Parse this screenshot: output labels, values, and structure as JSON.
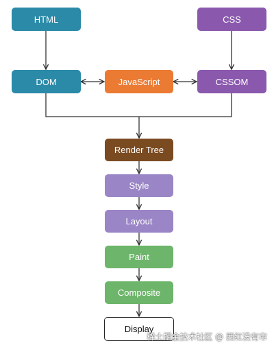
{
  "nodes": {
    "html": "HTML",
    "css": "CSS",
    "dom": "DOM",
    "javascript": "JavaScript",
    "cssom": "CSSOM",
    "render_tree": "Render Tree",
    "style": "Style",
    "layout": "Layout",
    "paint": "Paint",
    "composite": "Composite",
    "display": "Display"
  },
  "colors": {
    "html_dom": "#2a8aa8",
    "css_cssom": "#8a58ad",
    "javascript": "#eb7b33",
    "render_tree": "#7a4a20",
    "style_layout": "#9a85c6",
    "paint_composite": "#6db56a",
    "display_border": "#222222",
    "connector": "#333333"
  },
  "watermark": "稀土掘金技术社区 @ 西红没有市"
}
